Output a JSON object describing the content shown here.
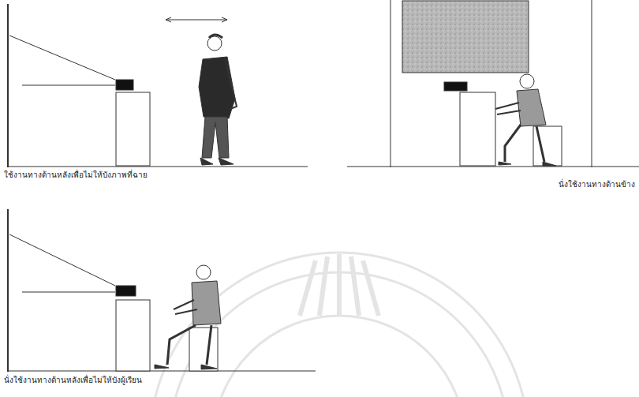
{
  "diagram": {
    "labels": [
      "ใช้งานทางด้านหลังเพื่อไม่ให้บังภาพที่ฉาย",
      "นั่งใช้งานทางด้านข้าง",
      "นั่งใช้งานทางด้านหลังเพื่อไม่ให้บังผู้เรียน"
    ]
  }
}
